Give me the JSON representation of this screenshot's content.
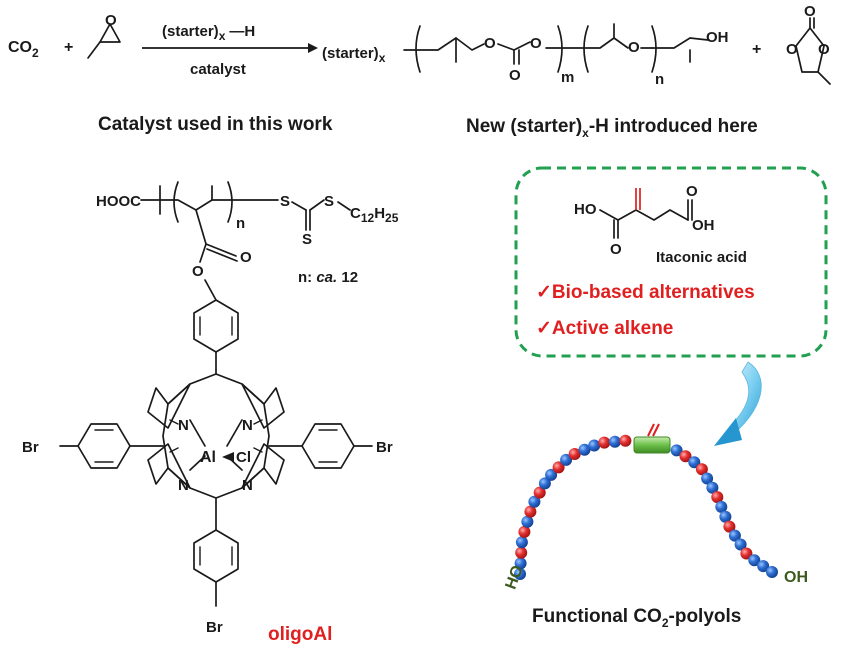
{
  "reaction": {
    "co2": "CO",
    "co2_sub": "2",
    "plus1": "+",
    "reagent_above_arrow": "(starter)",
    "reagent_sub": "x",
    "reagent_h": "—H",
    "reagent_below_arrow": "catalyst",
    "product_starter": "(starter)",
    "product_starter_sub": "x",
    "atom_o1": "O",
    "atom_o2": "O",
    "atom_o_carbonyl": "O",
    "atom_o_ether": "O",
    "atom_oh": "OH",
    "repeat_m": "m",
    "repeat_n": "n",
    "plus2": "+",
    "cyclic_o_top": "O",
    "cyclic_o_left": "O",
    "cyclic_o_right": "O"
  },
  "headings": {
    "catalyst": "Catalyst used in this work",
    "new_starter_prefix": "New (starter)",
    "new_starter_sub": "x",
    "new_starter_suffix": "-H introduced here"
  },
  "catalyst_structure": {
    "hooc": "HOOC",
    "n_repeat": "n",
    "s1": "S",
    "s2": "S",
    "s3": "S",
    "alkyl_c": "C",
    "alkyl_c_sub": "12",
    "alkyl_h": "H",
    "alkyl_h_sub": "25",
    "ester_o_carbonyl": "O",
    "ester_o_link": "O",
    "n_note_prefix": "n: ",
    "n_note_italic": "ca.",
    "n_note_value": " 12",
    "pyrrole_n1": "N",
    "pyrrole_n2": "N",
    "pyrrole_n3": "N",
    "pyrrole_n4": "N",
    "metal": "Al",
    "ligand_cl": "Cl",
    "br_left": "Br",
    "br_right": "Br",
    "br_bottom": "Br",
    "name": "oligoAl"
  },
  "itaconic_box": {
    "ho": "HO",
    "oh": "OH",
    "o1": "O",
    "o2": "O",
    "compound_name": "Itaconic acid",
    "check1": "✓Bio-based alternatives",
    "check2": "✓Active alkene",
    "border_color": "#22a050",
    "highlight_color": "#e02020"
  },
  "polyol_chain": {
    "end_left": "HO",
    "end_right": "OH",
    "caption_prefix": "Functional CO",
    "caption_sub": "2",
    "caption_suffix": "-polyols",
    "bead_pattern": [
      "blue",
      "blue",
      "red",
      "blue",
      "red",
      "blue",
      "red",
      "blue",
      "red",
      "blue",
      "blue",
      "red",
      "blue",
      "red",
      "blue",
      "blue",
      "red",
      "blue",
      "red",
      "red",
      "blue",
      "blue",
      "red",
      "blue",
      "red",
      "blue",
      "red",
      "blue",
      "blue",
      "red",
      "blue",
      "blue",
      "red",
      "blue",
      "blue",
      "red",
      "blue",
      "blue",
      "blue"
    ],
    "colors": {
      "blue": "#1e5fbf",
      "red": "#e02626",
      "alkene_block": "#6cc04a",
      "end_group": "#3d5a1e",
      "arrow": "#3aa9dd"
    }
  }
}
